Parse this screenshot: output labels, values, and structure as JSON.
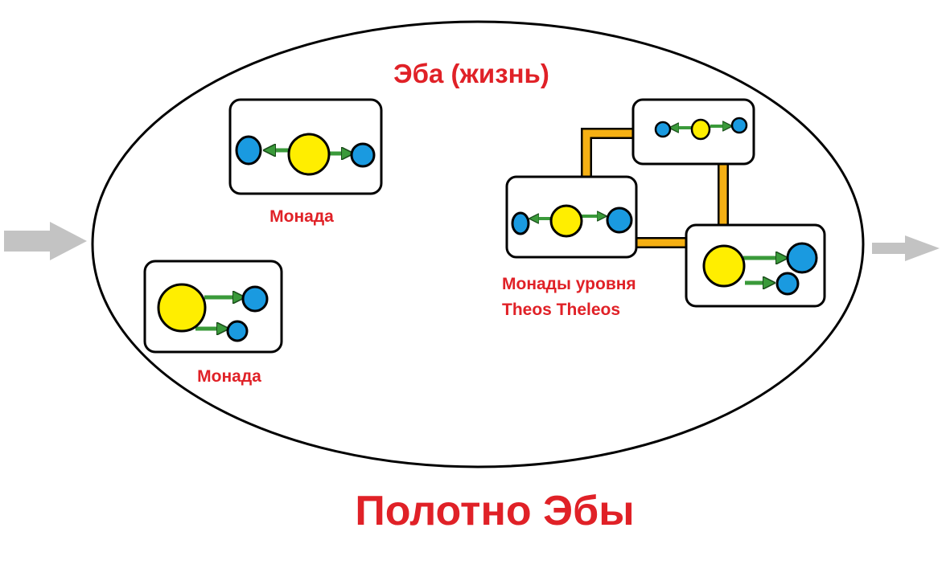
{
  "diagram": {
    "title": "Эба (жизнь)",
    "caption": "Полотно Эбы",
    "monad_label_top": "Монада",
    "monad_label_bottom": "Монада",
    "theos_label_line1": "Монады уровня",
    "theos_label_line2": "Theos Theleos"
  },
  "colors": {
    "label_red": "#e02127",
    "core_yellow": "#ffee00",
    "node_blue": "#1a9ae0",
    "arrow_green": "#3a9a3a",
    "link_orange": "#f5b014",
    "flow_arrow_gray": "#c0c0c0",
    "outline_black": "#000000"
  }
}
